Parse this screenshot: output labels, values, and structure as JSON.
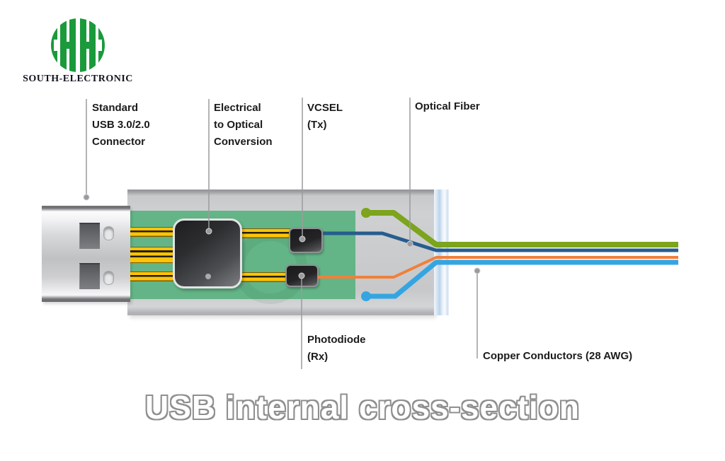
{
  "brand": {
    "name": "SOUTH-ELECTRONIC",
    "logo_color": "#1b9a3c"
  },
  "title": "USB internal cross-section",
  "labels": {
    "connector": {
      "lines": [
        "Standard",
        "USB 3.0/2.0",
        "Connector"
      ]
    },
    "conversion": {
      "lines": [
        "Electrical",
        "to Optical",
        "Conversion"
      ]
    },
    "vcsel": {
      "lines": [
        "VCSEL",
        "(Tx)"
      ]
    },
    "optical_fiber": {
      "lines": [
        "Optical Fiber"
      ]
    },
    "photodiode": {
      "lines": [
        "Photodiode",
        "(Rx)"
      ]
    },
    "copper": {
      "lines": [
        "Copper Conductors (28 AWG)"
      ]
    }
  },
  "colors": {
    "fiber_green": "#7ca41c",
    "wire_dark_blue": "#265d8d",
    "wire_orange": "#f0803a",
    "wire_cyan": "#35a5e2",
    "pcb_green": "#63b587",
    "trace_gold": "#fdc407",
    "leader_gray": "#9b9b9d",
    "leader_dot_ring": "#d2d3d5",
    "chip_dot_light": "#a9aaac"
  }
}
